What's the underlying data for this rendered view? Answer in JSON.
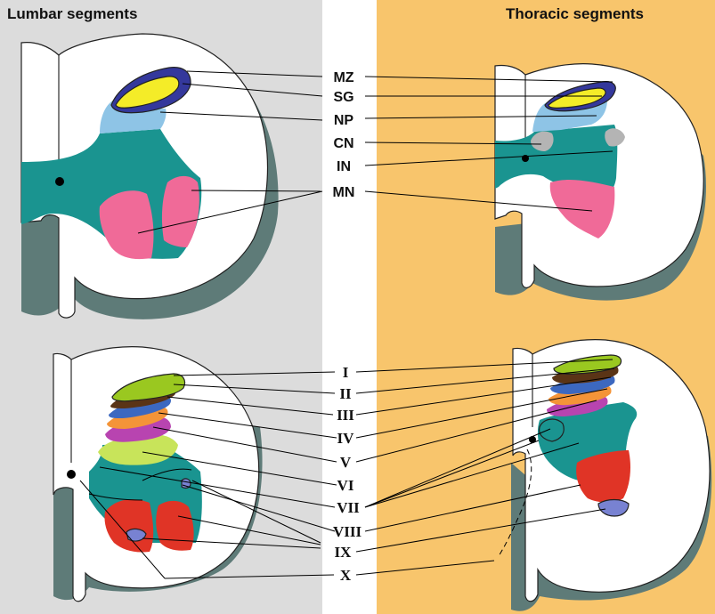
{
  "panels": {
    "left_title": "Lumbar segments",
    "right_title": "Thoracic segments"
  },
  "labels_top": {
    "mz": "MZ",
    "sg": "SG",
    "np": "NP",
    "cn": "CN",
    "in": "IN",
    "mn": "MN"
  },
  "laminae": {
    "i": "I",
    "ii": "II",
    "iii": "III",
    "iv": "IV",
    "v": "V",
    "vi": "VI",
    "vii": "VII",
    "viii": "VIII",
    "ix": "IX",
    "x": "X"
  },
  "colors": {
    "left_background": "#dcdcdc",
    "right_background": "#f8c56c",
    "white_matter": "#ffffff",
    "intermediate_teal": "#1a9490",
    "motor_pink": "#f06a98",
    "marginal_navy": "#34389c",
    "substantia_yellow": "#f4ec28",
    "nucleus_proprius_lightblue": "#8ec4e6",
    "clarke_gray": "#b4b4b4",
    "lamina_i_green": "#9ac820",
    "lamina_ii_brown": "#5a3416",
    "lamina_iii_blue": "#3c68c0",
    "lamina_iv_orange": "#f49438",
    "lamina_v_purple": "#b844b0",
    "lamina_vi_lightgreen": "#c8e45a",
    "lamina_ix_red": "#e03426",
    "lamina_ix_periwinkle": "#7882d2"
  }
}
